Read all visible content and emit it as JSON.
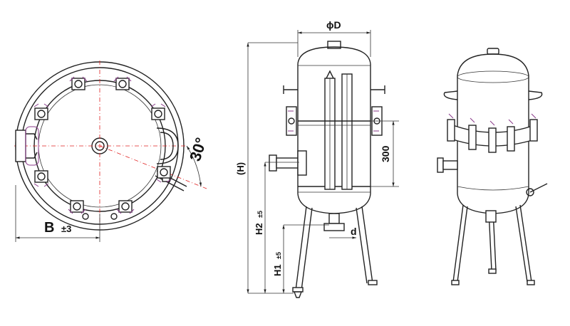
{
  "labels": {
    "b": "B",
    "b_tol": "±3",
    "angle": "30°",
    "diameter": "ϕD",
    "height": "(H)",
    "h2": "H2",
    "h2_tol": "±5",
    "h1": "H1",
    "h1_tol": "±5",
    "d": "d",
    "dim300": "300"
  },
  "colors": {
    "line": "#222222",
    "centerline": "#e02020",
    "accent": "#8a3a8a"
  }
}
